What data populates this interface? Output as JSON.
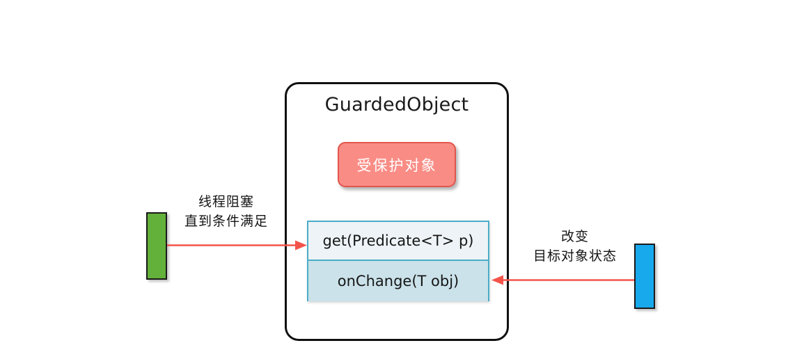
{
  "diagram": {
    "title": "GuardedObject",
    "container": {
      "label": "GuardedObject"
    },
    "protected_object": {
      "label": "受保护对象",
      "fill_color": "#f98d86",
      "border_color": "#e2554c",
      "text_color": "#ffffff"
    },
    "methods": [
      {
        "signature": "get(Predicate<T> p)",
        "fill_color": "#edf3f6"
      },
      {
        "signature": "onChange(T obj)",
        "fill_color": "#cbe2ea"
      }
    ],
    "methods_border_color": "#4aadc8",
    "actors": [
      {
        "name": "thread-bar",
        "color": "#63b03a",
        "caption_lines": [
          "线程阻塞",
          "直到条件满足"
        ]
      },
      {
        "name": "changer-bar",
        "color": "#18a9ec",
        "caption_lines": [
          "改变",
          "目标对象状态"
        ]
      }
    ],
    "arrows": [
      {
        "name": "call-get-arrow",
        "direction": "right",
        "color": "#f4534a"
      },
      {
        "name": "call-onchange-arrow",
        "direction": "left",
        "color": "#f4534a"
      }
    ]
  }
}
